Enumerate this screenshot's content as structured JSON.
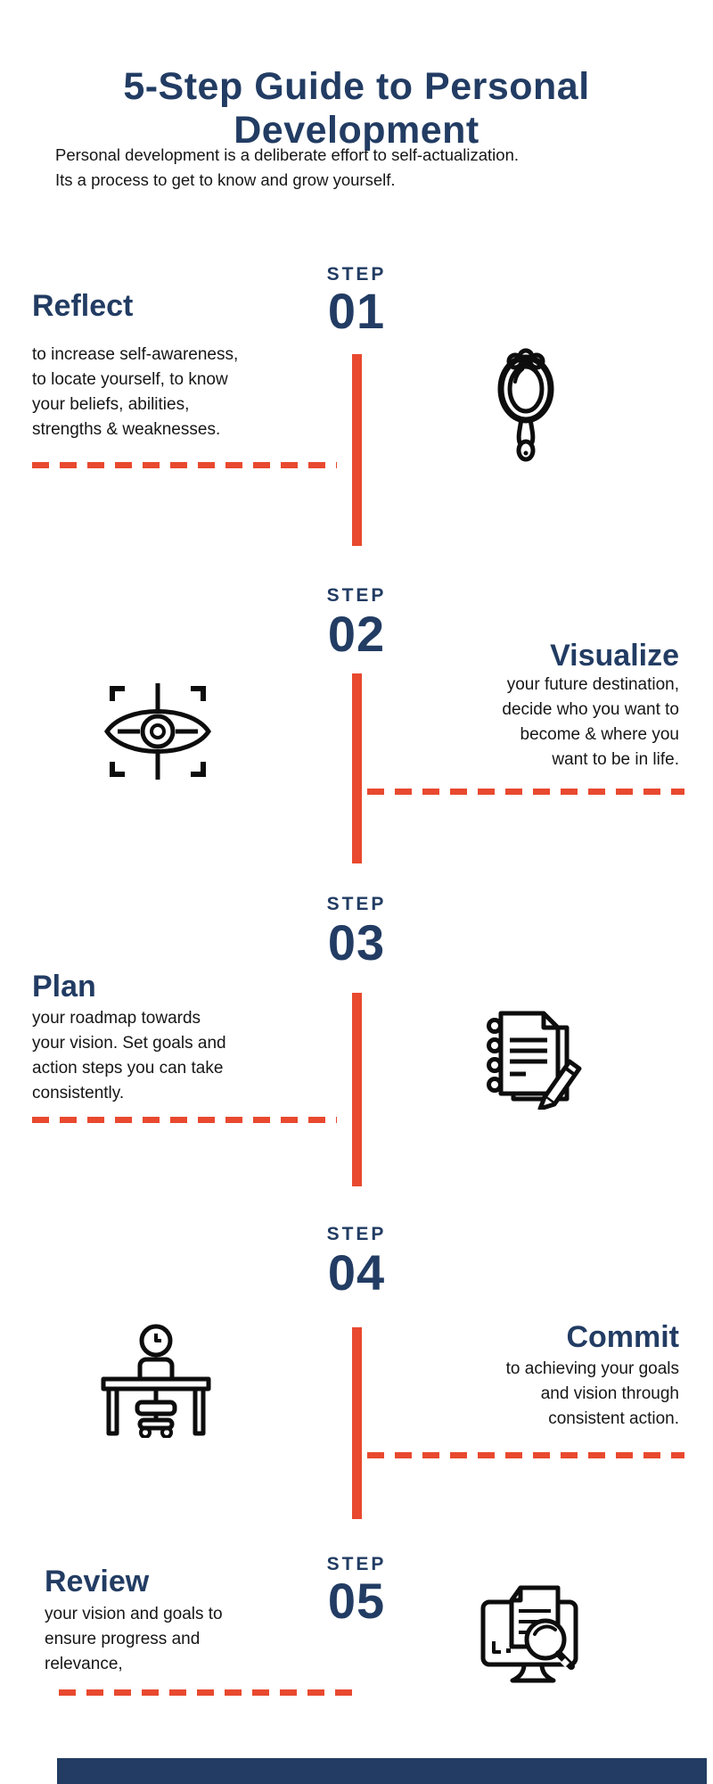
{
  "page": {
    "title": "5-Step Guide to Personal Development",
    "subtitle": "Personal development is a deliberate effort to self-actualization.\nIts a process to get to know and grow yourself."
  },
  "colors": {
    "navy": "#223C63",
    "orange": "#E8492F",
    "text": "#161616",
    "background": "#FFFFFF"
  },
  "steps": [
    {
      "step_label": "STEP",
      "number": "01",
      "title": "Reflect",
      "description": "to increase self-awareness,\nto locate yourself, to know\nyour beliefs, abilities,\nstrengths & weaknesses.",
      "icon": "hand-mirror-icon"
    },
    {
      "step_label": "STEP",
      "number": "02",
      "title": "Visualize",
      "description": "your future destination,\ndecide who you want to\nbecome & where you\nwant to be in life.",
      "icon": "eye-focus-icon"
    },
    {
      "step_label": "STEP",
      "number": "03",
      "title": "Plan",
      "description": "your roadmap towards\nyour vision. Set goals and\naction steps you can take\nconsistently.",
      "icon": "notebook-pencil-icon"
    },
    {
      "step_label": "STEP",
      "number": "04",
      "title": "Commit",
      "description": "to achieving your goals\nand vision through\nconsistent action.",
      "icon": "desk-chair-clock-icon"
    },
    {
      "step_label": "STEP",
      "number": "05",
      "title": "Review",
      "description": "your vision and goals to\nensure progress and\nrelevance,",
      "icon": "monitor-review-icon"
    }
  ]
}
